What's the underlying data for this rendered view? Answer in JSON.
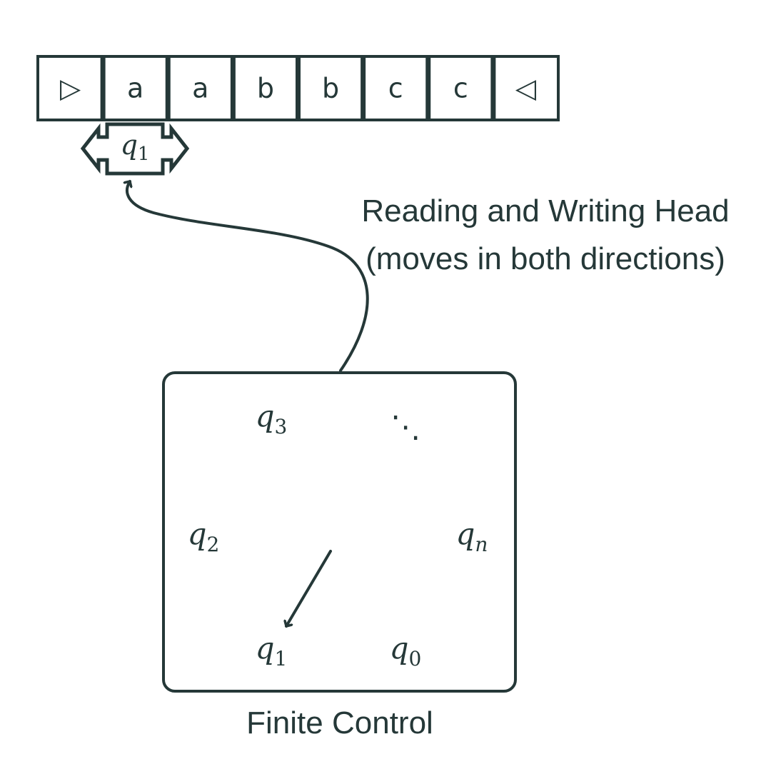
{
  "tape": {
    "cells": [
      "▷",
      "a",
      "a",
      "b",
      "b",
      "c",
      "c",
      "◁"
    ]
  },
  "head": {
    "state_base": "q",
    "state_sub": "1",
    "label_line1": "Reading and Writing Head",
    "label_line2": "(moves in both directions)"
  },
  "finite_control": {
    "label": "Finite Control",
    "states": [
      {
        "base": "q",
        "sub": "3"
      },
      {
        "base": "q",
        "sub": "2"
      },
      {
        "base": "q",
        "sub": "n"
      },
      {
        "base": "q",
        "sub": "1"
      },
      {
        "base": "q",
        "sub": "0"
      }
    ],
    "ellipsis": "⋱"
  },
  "colors": {
    "ink": "#253838",
    "background": "#ffffff"
  }
}
